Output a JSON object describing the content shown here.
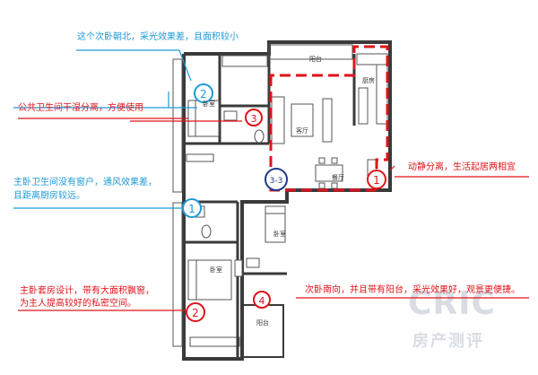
{
  "notes": {
    "secondary_bedroom_north": "这个次卧朝北，采光效果差，且面积较小",
    "public_bathroom": "公共卫生间干湿分离，方便使用",
    "master_bathroom_line1": "主卧卫生间没有窗户，通风效果差，",
    "master_bathroom_line2": "且距离厨房较远。",
    "zoning": "动静分离，生活起居两相宜",
    "master_suite_line1": "主卧套房设计，带有大面积飘窗，",
    "master_suite_line2": "为主人提高较好的私密空间。",
    "secondary_bedroom_south": "次卧南向，并且带有阳台，采光效果好，观景更便捷。"
  },
  "markers": {
    "m1": "1",
    "m2": "2",
    "m3": "3",
    "m3_3": "3-3",
    "m4": "4",
    "m2b": "2",
    "m1b": "1"
  },
  "rooms": {
    "balcony_top": "阳台",
    "bedroom_top": "卧室",
    "kitchen": "厨房",
    "living_room": "客厅",
    "dining_room": "餐厅",
    "bedroom_middle": "卧室",
    "bedroom_bottom": "卧室",
    "balcony_bottom": "阳台"
  },
  "watermark": {
    "latin": "CRIC",
    "chinese": "房产测评"
  },
  "colors": {
    "blue": "#1e9ad6",
    "red": "#e0131a",
    "wall": "#3a3a3a"
  }
}
